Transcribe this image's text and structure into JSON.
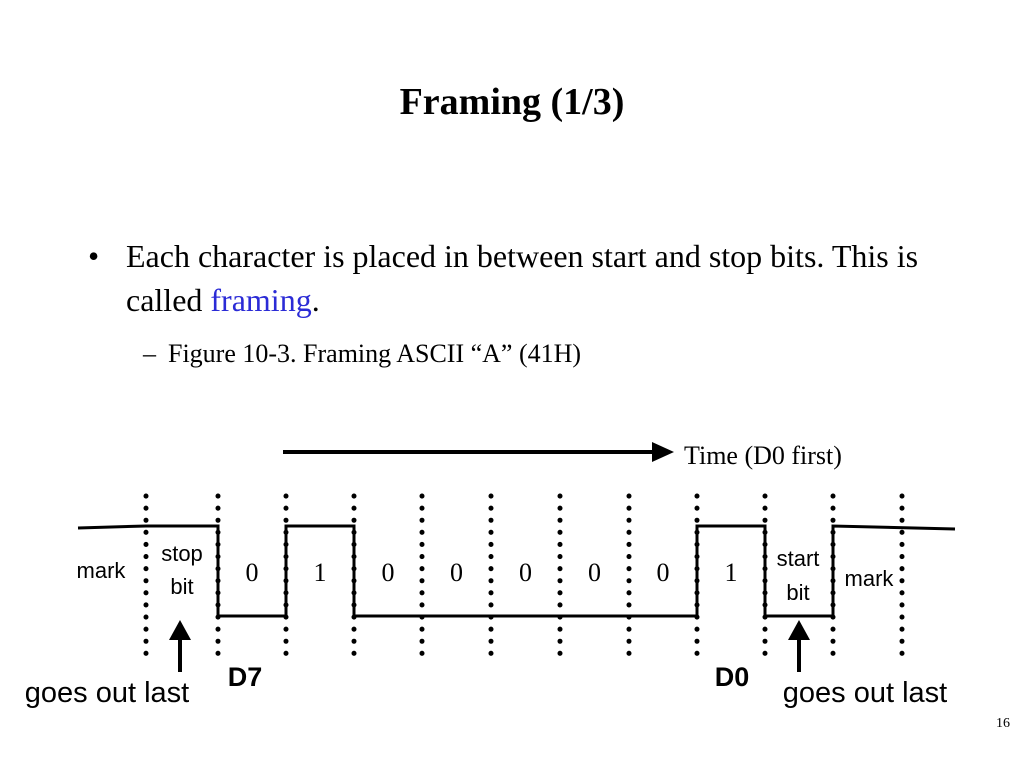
{
  "slide": {
    "title": "Framing (1/3)",
    "bullet": {
      "marker": "•",
      "text_before": "Each character is placed  in between start and stop bits. This is called ",
      "highlight": "framing",
      "text_after": ".",
      "highlight_color": "#2b2bd6"
    },
    "subbullet": {
      "marker": "–",
      "text": "Figure 10-3. Framing ASCII “A” (41H)"
    },
    "page_number": "16"
  },
  "diagram": {
    "time_label": "Time (D0 first)",
    "bits": [
      "0",
      "1",
      "0",
      "0",
      "0",
      "0",
      "0",
      "1"
    ],
    "labels": {
      "mark_left": "mark",
      "stop_bit_line1": "stop",
      "stop_bit_line2": "bit",
      "start_bit_line1": "start",
      "start_bit_line2": "bit",
      "mark_right": "mark",
      "d7": "D7",
      "d0": "D0",
      "goes_out_last_left": "goes out last",
      "goes_out_last_right": "goes out last"
    }
  }
}
